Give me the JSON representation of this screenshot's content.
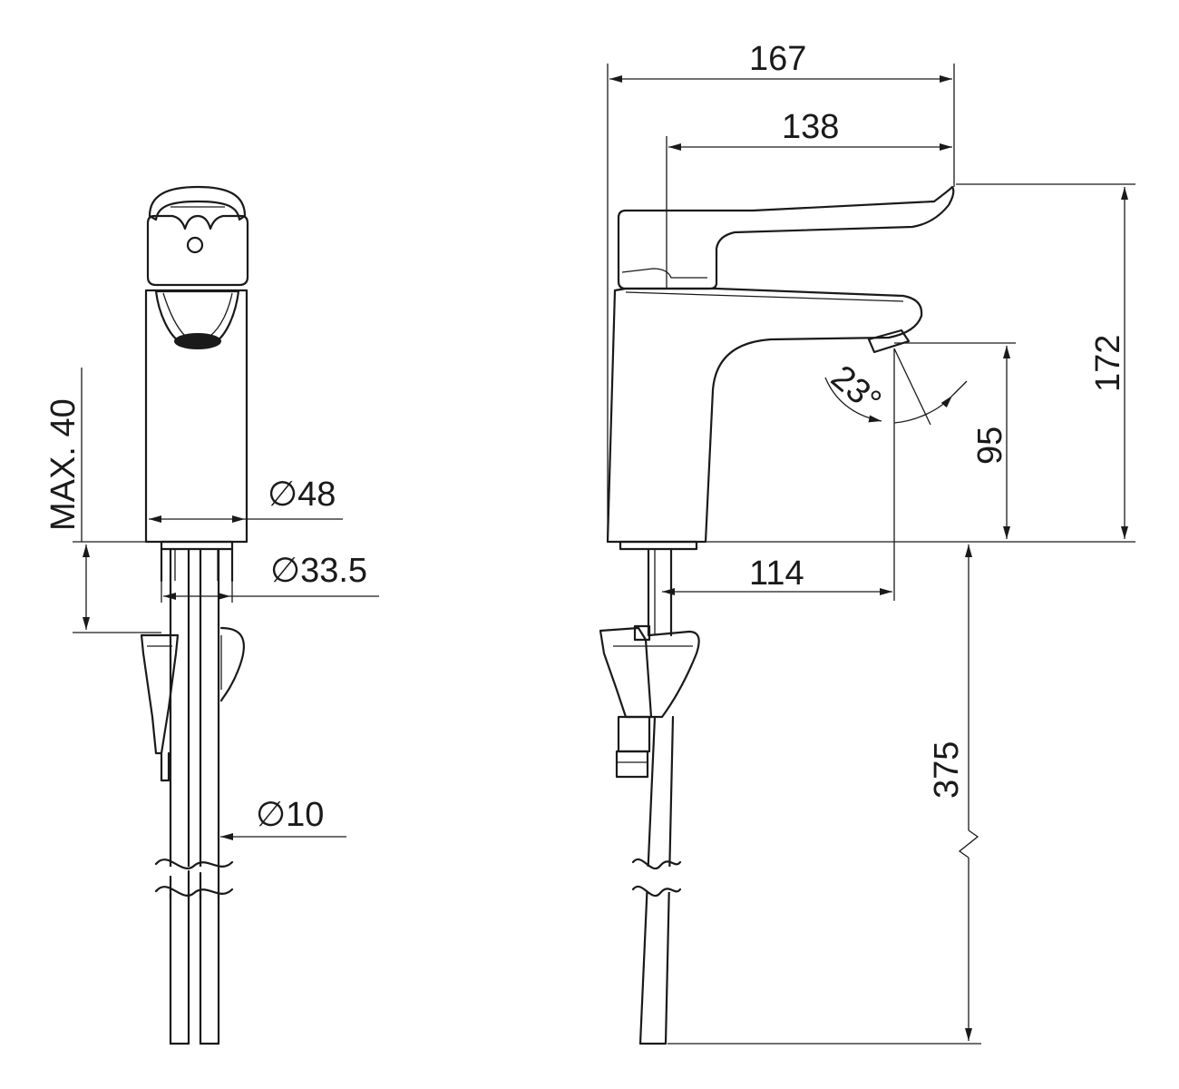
{
  "side_view": {
    "max_label": "MAX. 40",
    "dia_body": "∅48",
    "dia_shank": "∅33.5",
    "dia_hose": "∅10"
  },
  "front_view": {
    "overall_length": "167",
    "lever_length": "138",
    "overall_height": "172",
    "spout_height": "95",
    "spout_reach": "114",
    "hose_length": "375",
    "spout_angle": "23°"
  }
}
